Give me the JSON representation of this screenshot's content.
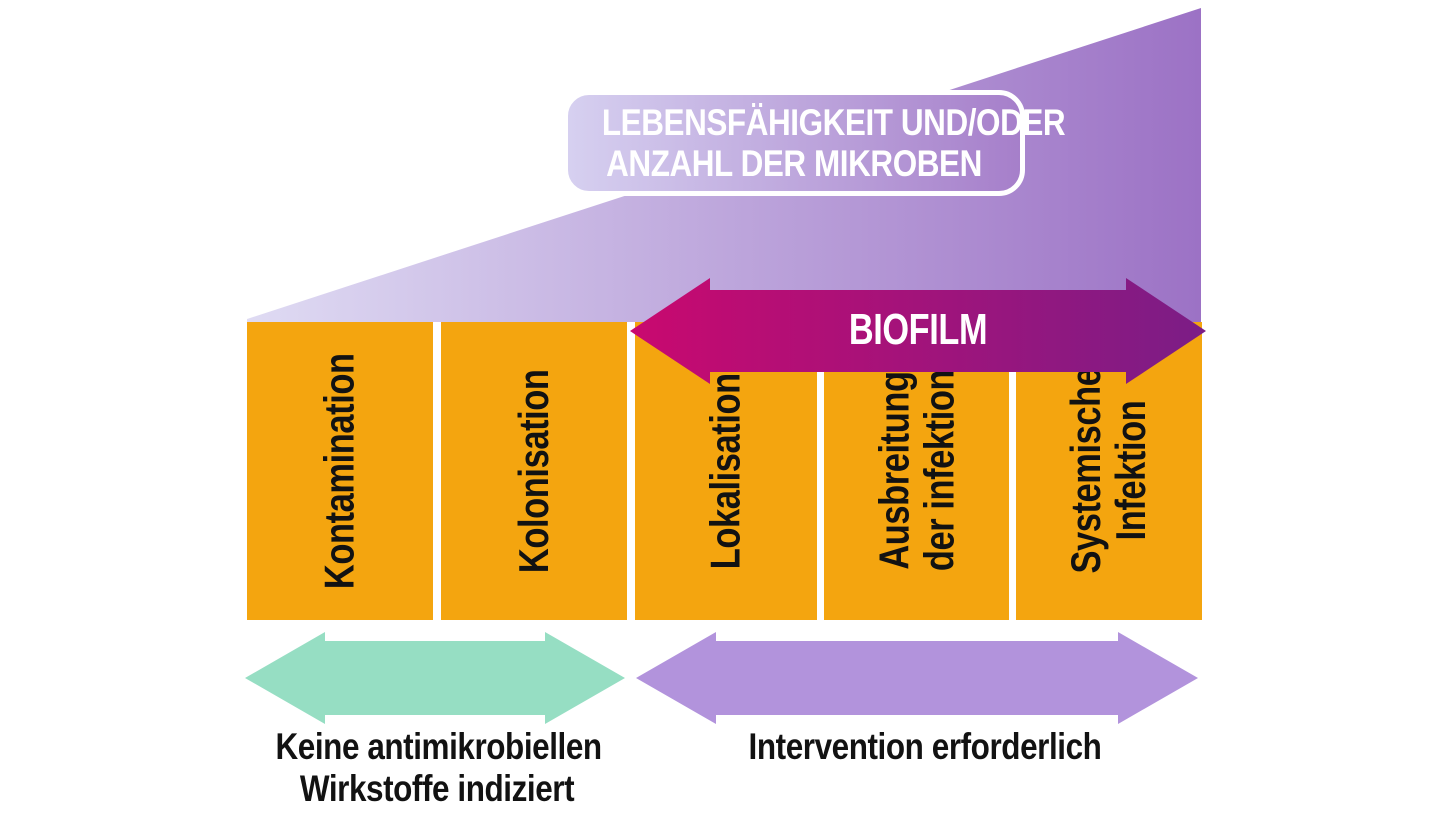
{
  "diagram": {
    "colors": {
      "background": "#ffffff",
      "orange": "#F4A50F",
      "teal": "#96DEC3",
      "lavender": "#B293DC",
      "magenta": "#C9096F",
      "purple": "#7B1D86",
      "wedge_light": "#DFDBF3",
      "wedge_dark": "#9C72C5",
      "box_light": "#D6D0F0",
      "box_dark": "#A67FCA",
      "text_dark": "#121212",
      "text_light": "#ffffff"
    },
    "title_box": {
      "line1": "LEBENSFÄHIGKEIT UND/ODER",
      "line2": "ANZAHL DER MIKROBEN"
    },
    "biofilm_arrow": {
      "label": "BIOFILM"
    },
    "stages": [
      {
        "line1": "Kontamination",
        "line2": ""
      },
      {
        "line1": "Kolonisation",
        "line2": ""
      },
      {
        "line1": "Lokalisation",
        "line2": ""
      },
      {
        "line1": "Ausbreitung",
        "line2": "der infektion"
      },
      {
        "line1": "Systemische",
        "line2": "Infektion"
      }
    ],
    "no_antimicrobials_label": {
      "line1": "Keine antimikrobiellen",
      "line2": "Wirkstoffe indiziert"
    },
    "intervention_label": {
      "line1": "Intervention erforderlich"
    }
  }
}
